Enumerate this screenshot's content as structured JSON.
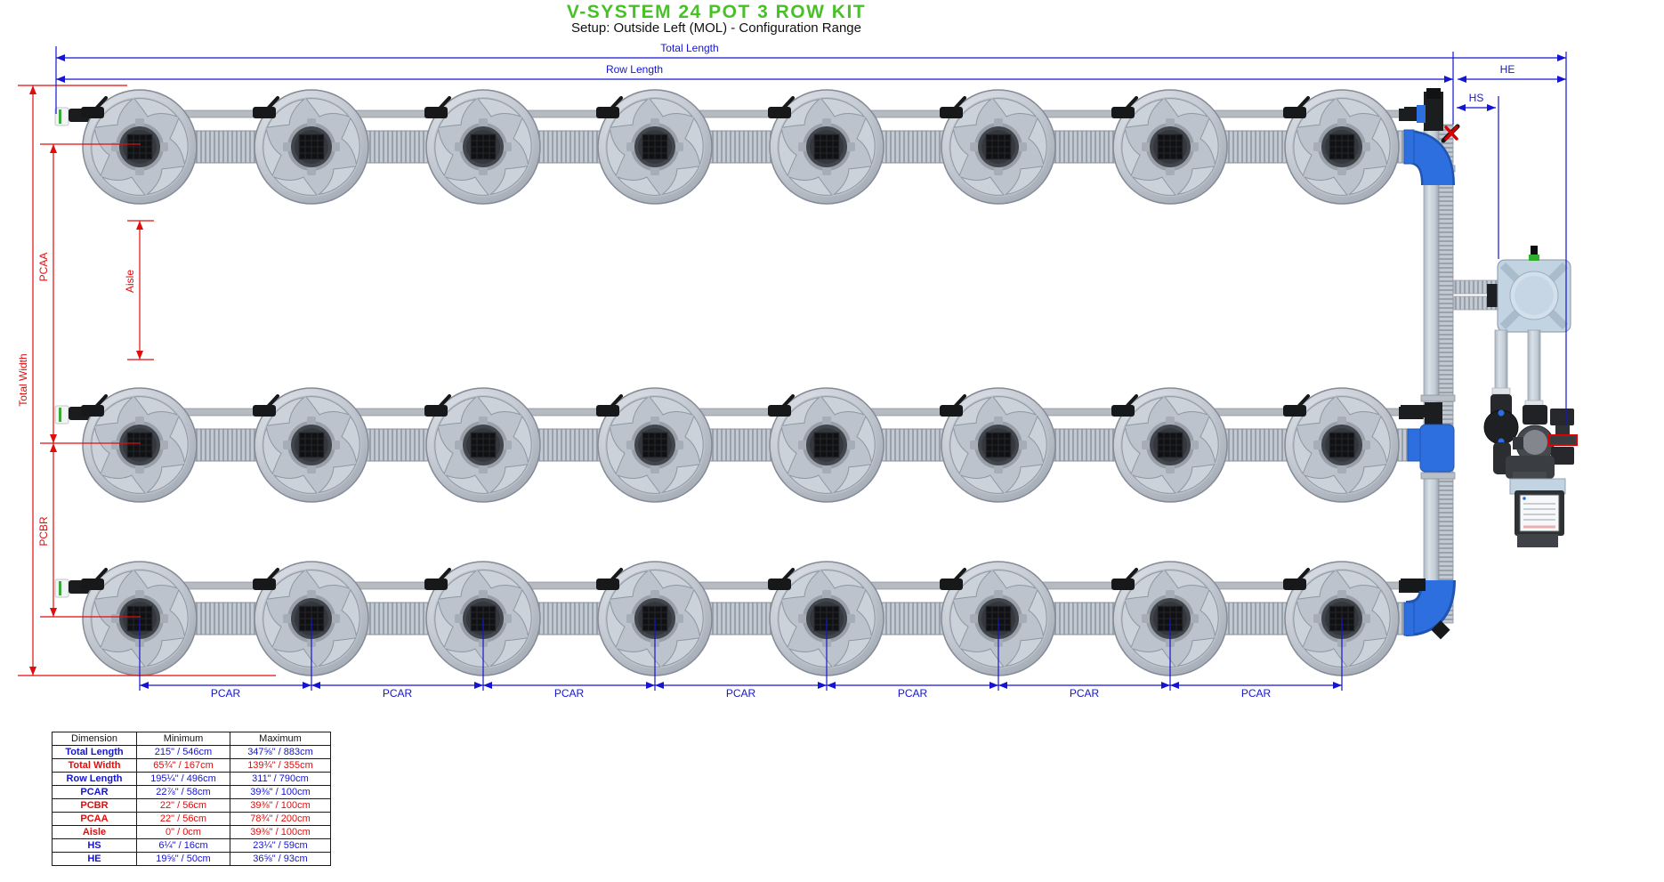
{
  "title": "V-SYSTEM 24 POT 3 ROW KIT",
  "subtitle": "Setup: Outside Left (MOL) - Configuration Range",
  "system": {
    "rows": 3,
    "pots_per_row": 8,
    "total_pots": 24
  },
  "colors": {
    "title_green": "#48c028",
    "dimension_blue": "#1414d2",
    "dimension_red": "#e00d0d",
    "pot_gray": "#c6ccd4",
    "fitting_blue": "#2e6fe0"
  },
  "dimension_labels": {
    "total_length": "Total Length",
    "row_length": "Row Length",
    "he": "HE",
    "hs": "HS",
    "pcar": "PCAR",
    "total_width": "Total Width",
    "pcaa": "PCAA",
    "pcbr": "PCBR",
    "aisle": "Aisle"
  },
  "table": {
    "headers": [
      "Dimension",
      "Minimum",
      "Maximum"
    ],
    "rows": [
      {
        "dimension": "Total Length",
        "min": "215\" / 546cm",
        "max": "347⅝\" / 883cm",
        "color": "blue"
      },
      {
        "dimension": "Total Width",
        "min": "65¾\" / 167cm",
        "max": "139¾\" / 355cm",
        "color": "red"
      },
      {
        "dimension": "Row Length",
        "min": "195¼\" / 496cm",
        "max": "311\" / 790cm",
        "color": "blue"
      },
      {
        "dimension": "PCAR",
        "min": "22⅞\" / 58cm",
        "max": "39⅜\" / 100cm",
        "color": "blue"
      },
      {
        "dimension": "PCBR",
        "min": "22\" / 56cm",
        "max": "39⅜\" / 100cm",
        "color": "red"
      },
      {
        "dimension": "PCAA",
        "min": "22\" / 56cm",
        "max": "78¾\" / 200cm",
        "color": "red"
      },
      {
        "dimension": "Aisle",
        "min": "0\" / 0cm",
        "max": "39⅜\" / 100cm",
        "color": "red"
      },
      {
        "dimension": "HS",
        "min": "6¼\" / 16cm",
        "max": "23¼\" / 59cm",
        "color": "blue"
      },
      {
        "dimension": "HE",
        "min": "19⅝\" / 50cm",
        "max": "36⅝\" / 93cm",
        "color": "blue"
      }
    ]
  }
}
